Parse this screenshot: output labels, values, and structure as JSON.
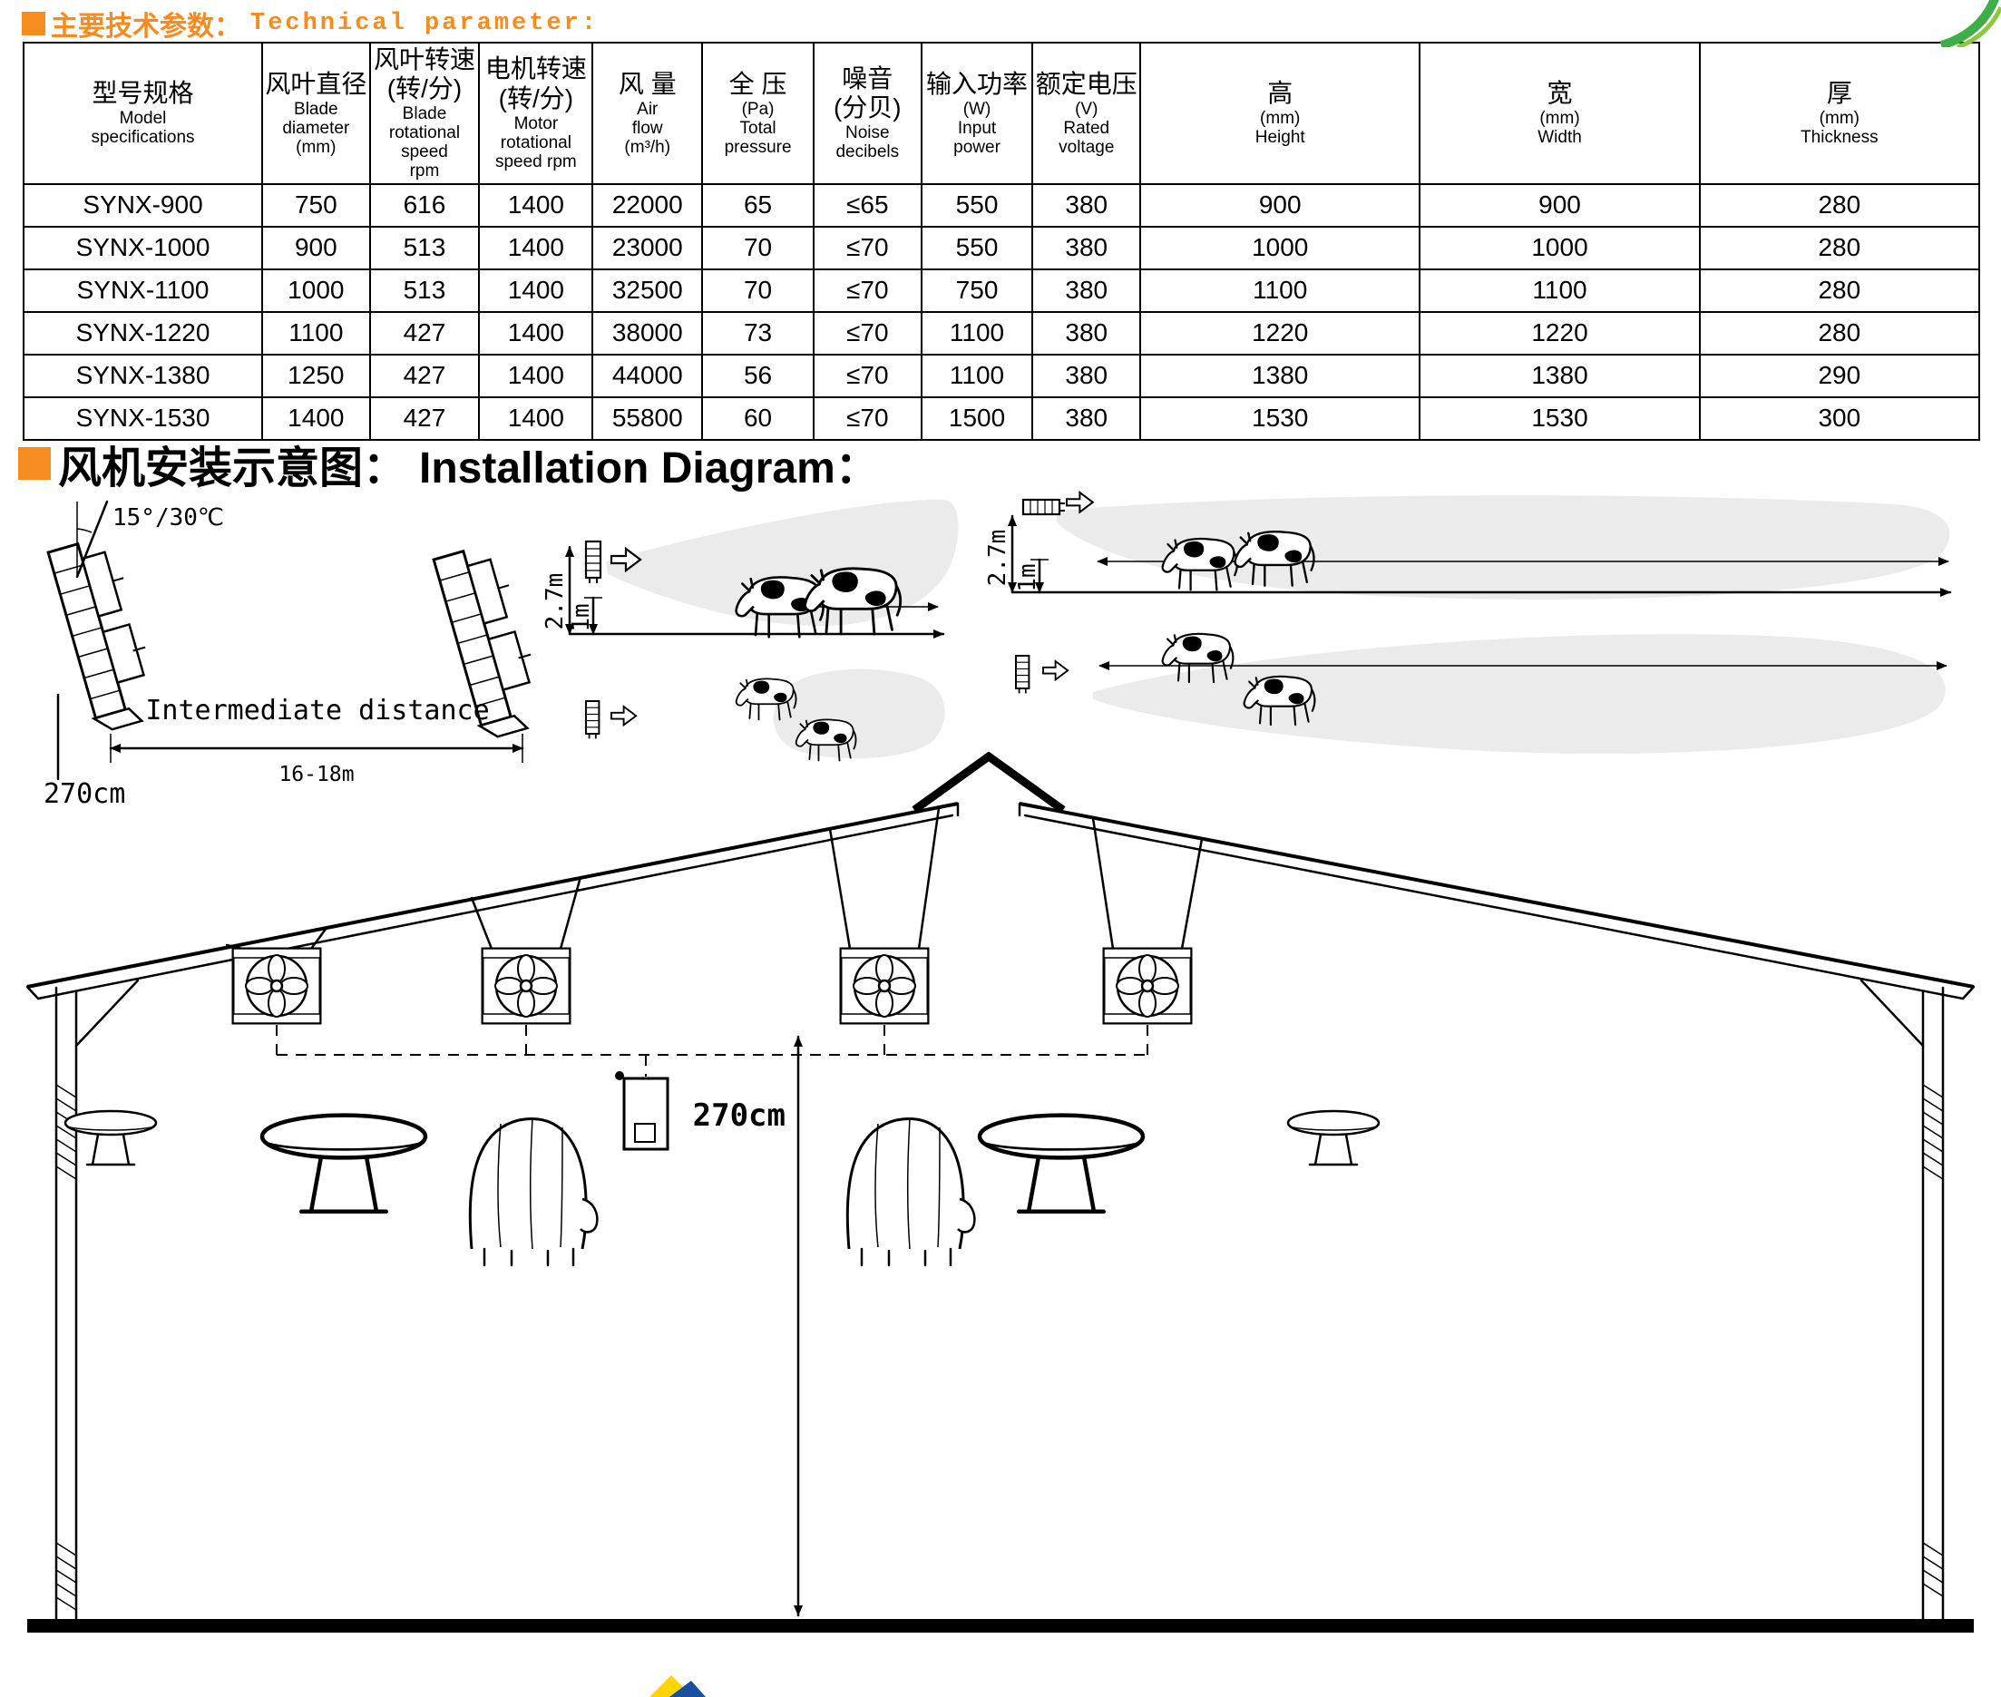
{
  "header": {
    "title_zh": "主要技术参数：",
    "title_en": "Technical parameter:"
  },
  "section2": {
    "title_zh": "风机安装示意图：",
    "title_en": "Installation Diagram："
  },
  "table": {
    "columns": [
      {
        "zh": "型号规格",
        "en": "Model\nspecifications"
      },
      {
        "zh": "风叶直径",
        "en": "Blade\ndiameter\n(mm)"
      },
      {
        "zh": "风叶转速\n(转/分)",
        "en": "Blade\nrotational speed\nrpm"
      },
      {
        "zh": "电机转速\n(转/分)",
        "en": "Motor rotational\nspeed rpm"
      },
      {
        "zh": "风  量",
        "en": "Air\nflow\n(m³/h)"
      },
      {
        "zh": "全  压",
        "en": "(Pa)\nTotal\npressure"
      },
      {
        "zh": "噪音\n(分贝)",
        "en": "Noise\ndecibels"
      },
      {
        "zh": "输入功率",
        "en": "(W)\nInput\npower"
      },
      {
        "zh": "额定电压",
        "en": "(V)\nRated\nvoltage"
      },
      {
        "zh": "高",
        "en": "(mm)\nHeight"
      },
      {
        "zh": "宽",
        "en": "(mm)\nWidth"
      },
      {
        "zh": "厚",
        "en": "(mm)\nThickness"
      }
    ],
    "rows": [
      [
        "SYNX-900",
        "750",
        "616",
        "1400",
        "22000",
        "65",
        "≤65",
        "550",
        "380",
        "900",
        "900",
        "280"
      ],
      [
        "SYNX-1000",
        "900",
        "513",
        "1400",
        "23000",
        "70",
        "≤70",
        "550",
        "380",
        "1000",
        "1000",
        "280"
      ],
      [
        "SYNX-1100",
        "1000",
        "513",
        "1400",
        "32500",
        "70",
        "≤70",
        "750",
        "380",
        "1100",
        "1100",
        "280"
      ],
      [
        "SYNX-1220",
        "1100",
        "427",
        "1400",
        "38000",
        "73",
        "≤70",
        "1100",
        "380",
        "1220",
        "1220",
        "280"
      ],
      [
        "SYNX-1380",
        "1250",
        "427",
        "1400",
        "44000",
        "56",
        "≤70",
        "1100",
        "380",
        "1380",
        "1380",
        "290"
      ],
      [
        "SYNX-1530",
        "1400",
        "427",
        "1400",
        "55800",
        "60",
        "≤70",
        "1500",
        "380",
        "1530",
        "1530",
        "300"
      ]
    ]
  },
  "diagram": {
    "angle_label": "15°/30℃",
    "intermediate_distance_label": "Intermediate distance",
    "intermediate_distance_value": "16-18m",
    "left_height": "270cm",
    "mid_height_1": "2.7m",
    "mid_height_2": "1m",
    "right_height_1": "2.7m",
    "right_height_2": "1m",
    "barn_height": "270cm"
  },
  "colors": {
    "accent_orange": "#f68b1f",
    "airflow_gray": "#ebebeb"
  },
  "icons": {
    "bullet": "orange-square",
    "airflow_arrow": "block-arrow-right"
  }
}
